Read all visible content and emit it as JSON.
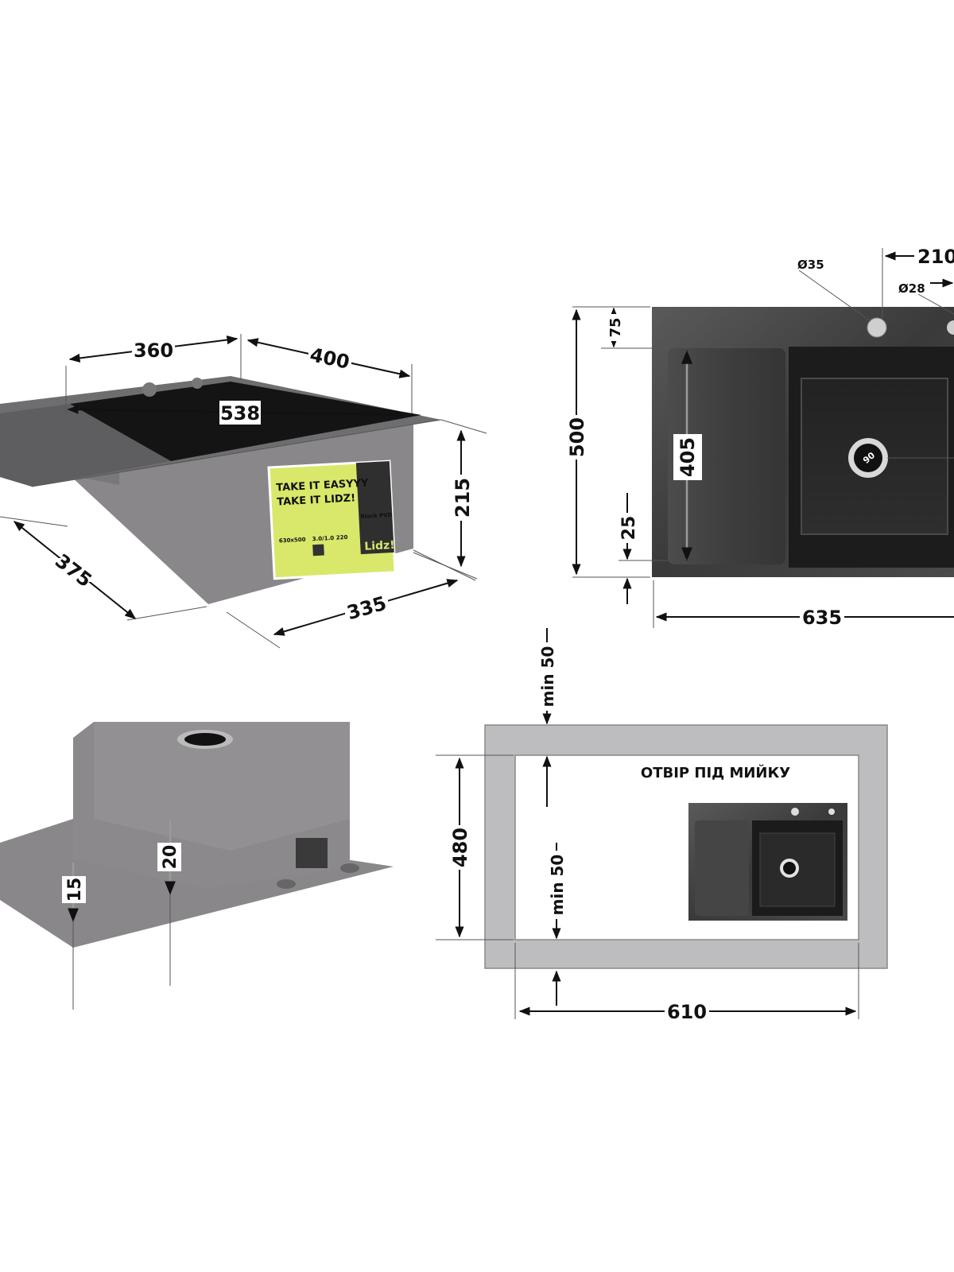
{
  "top_view": {
    "dim_width": "635",
    "dim_depth": "500",
    "dim_drainboard_depth": "405",
    "dim_top_margin": "75",
    "dim_bottom_margin": "25",
    "dim_hole_offset": "210",
    "dim_hole_large": "Ø35",
    "dim_hole_small": "Ø28",
    "dim_drain": "90"
  },
  "iso_view": {
    "dim_rear_left": "360",
    "dim_rear_right": "400",
    "dim_diagonal": "538",
    "dim_height": "215",
    "dim_bottom_left": "375",
    "dim_bottom_right": "335"
  },
  "label": {
    "line1": "TAKE IT EASYYY",
    "line2": "TAKE IT LIDZ!",
    "brand": "Lidz!",
    "model": "Black PVD",
    "size": "630х500",
    "spec1": "3.0/1.0",
    "spec2": "220"
  },
  "underside_view": {
    "dim_flange": "15",
    "dim_rim": "20"
  },
  "cutout_view": {
    "title": "ОТВІР ПІД МИЙКУ",
    "dim_width": "610",
    "dim_depth": "480",
    "dim_min_top": "min 50",
    "dim_min_bottom": "min 50"
  },
  "colors": {
    "steel_dark": "#3b3b3b",
    "steel_gray": "#8a878b",
    "label_yellow": "#d9e86a",
    "cutout_gray": "#bdbcbe"
  }
}
